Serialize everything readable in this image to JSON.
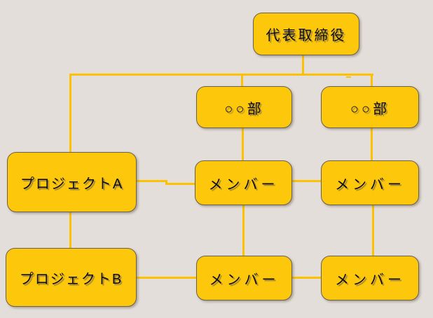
{
  "diagram": {
    "type": "org-chart",
    "nodes": {
      "ceo": {
        "label": "代表取締役"
      },
      "dept_left": {
        "label": "○○部"
      },
      "dept_right": {
        "label": "○○部"
      },
      "project_a": {
        "label": "プロジェクトA"
      },
      "project_b": {
        "label": "プロジェクトB"
      },
      "member_top_center": {
        "label": "メンバー"
      },
      "member_top_right": {
        "label": "メンバー"
      },
      "member_bottom_center": {
        "label": "メンバー"
      },
      "member_bottom_right": {
        "label": "メンバー"
      }
    },
    "edges": [
      "ceo -> dept_left",
      "ceo -> dept_right",
      "ceo -> project_a",
      "dept_left -> member_top_center",
      "dept_right -> member_top_right",
      "project_a -> member_top_center",
      "member_top_center -> member_top_right",
      "project_a -> project_b",
      "member_top_center -> member_bottom_center",
      "member_top_right -> member_bottom_right",
      "project_b -> member_bottom_center",
      "member_bottom_center -> member_bottom_right"
    ],
    "colors": {
      "background": "#e4dedb",
      "node_fill": "#fdc70c",
      "node_border": "#6b6151",
      "connector": "#fdc103",
      "text": "#0d0d0d"
    }
  }
}
